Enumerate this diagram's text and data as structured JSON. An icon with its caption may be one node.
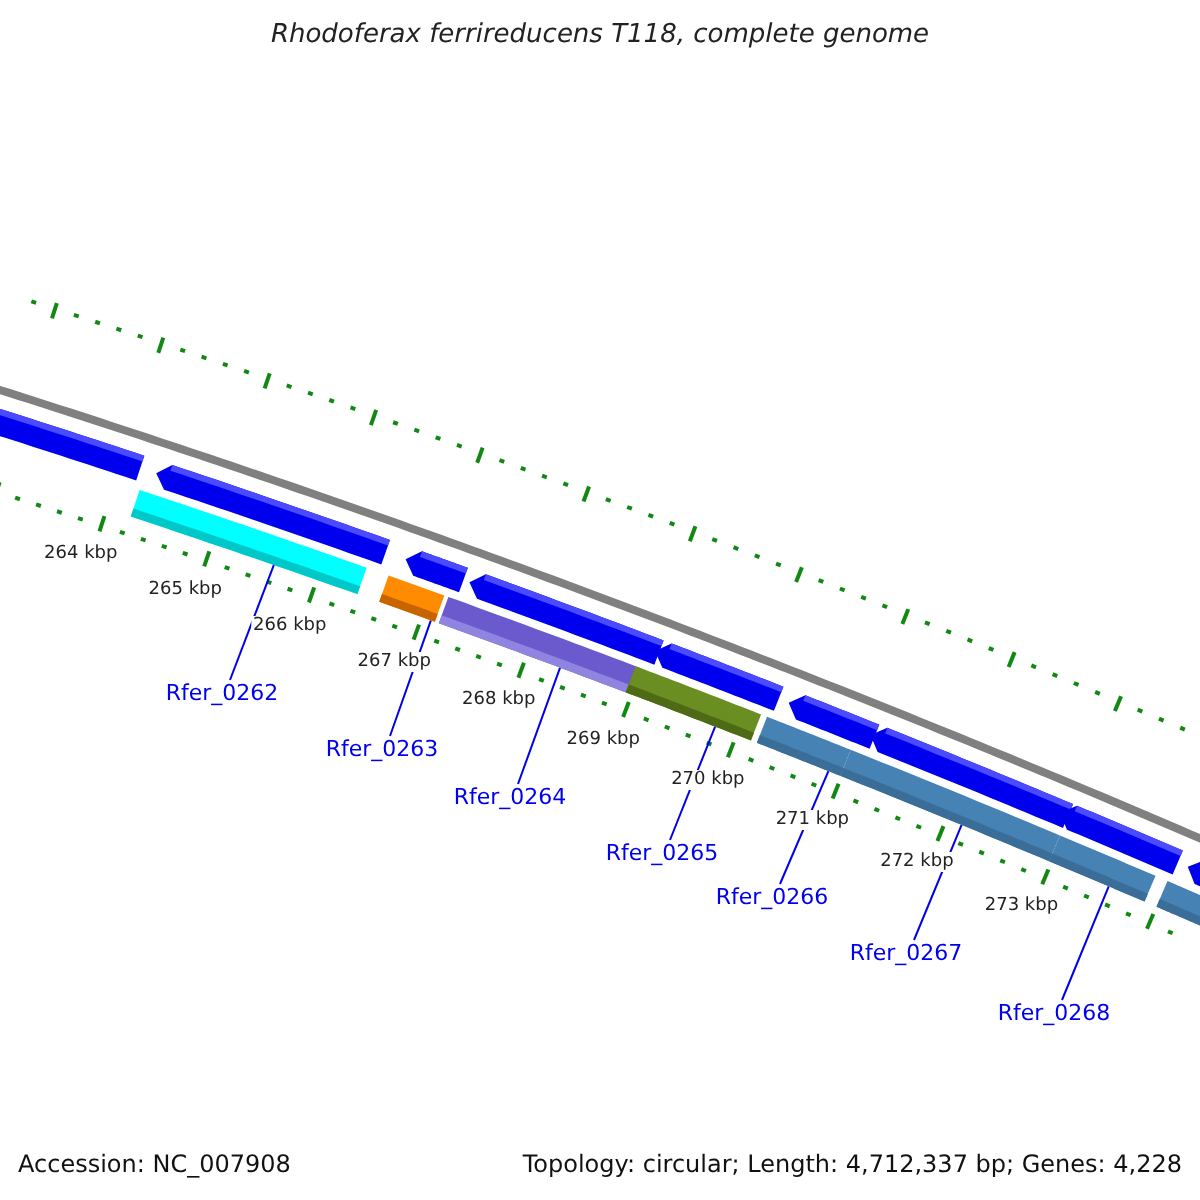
{
  "diagram": {
    "title": "Rhodoferax ferrireducens T118, complete genome",
    "nodes": [
      {
        "text": [
          "Rfer_0262"
        ]
      },
      {
        "text": [
          "Rfer_0263"
        ]
      },
      {
        "text": [
          "Rfer_0264"
        ]
      },
      {
        "text": [
          "Rfer_0265"
        ]
      },
      {
        "text": [
          "Rfer_0266"
        ]
      },
      {
        "text": [
          "Rfer_0267"
        ]
      },
      {
        "text": [
          "Rfer_0268"
        ]
      },
      {
        "text": [],
        "shape": "bar"
      },
      {
        "text": [],
        "shape": "bar"
      },
      {
        "text": [],
        "shape": "bar"
      },
      {
        "text": [],
        "shape": "bar"
      },
      {
        "text": [],
        "shape": "bar"
      },
      {
        "text": [],
        "shape": "bar"
      },
      {
        "text": [],
        "shape": "bar"
      },
      {
        "text": [],
        "shape": "arrow"
      },
      {
        "text": [],
        "shape": "arrow"
      },
      {
        "text": [],
        "shape": "arrow"
      },
      {
        "text": [],
        "shape": "arrow"
      },
      {
        "text": [],
        "shape": "arrow"
      },
      {
        "text": [],
        "shape": "arrow"
      },
      {
        "text": [],
        "shape": "arrow"
      },
      {
        "text": [],
        "shape": "arrow"
      },
      {
        "text": [],
        "shape": "arrow"
      },
      {
        "text": [],
        "shape": "bar"
      }
    ],
    "edges": [
      {
        "from": 0,
        "to": 7,
        "arrow": "none"
      },
      {
        "from": 1,
        "to": 8,
        "arrow": "none"
      },
      {
        "from": 2,
        "to": 9,
        "arrow": "none"
      },
      {
        "from": 3,
        "to": 10,
        "arrow": "none"
      },
      {
        "from": 4,
        "to": 11,
        "arrow": "none"
      },
      {
        "from": 5,
        "to": 12,
        "arrow": "none"
      },
      {
        "from": 6,
        "to": 13,
        "arrow": "none"
      }
    ],
    "labels": [
      "264 kbp",
      "265 kbp",
      "266 kbp",
      "267 kbp",
      "268 kbp",
      "269 kbp",
      "270 kbp",
      "271 kbp",
      "272 kbp",
      "273 kbp",
      "Accession: NC_007908",
      "Topology: circular; Length: 4,712,337 bp; Genes: 4,228"
    ]
  }
}
